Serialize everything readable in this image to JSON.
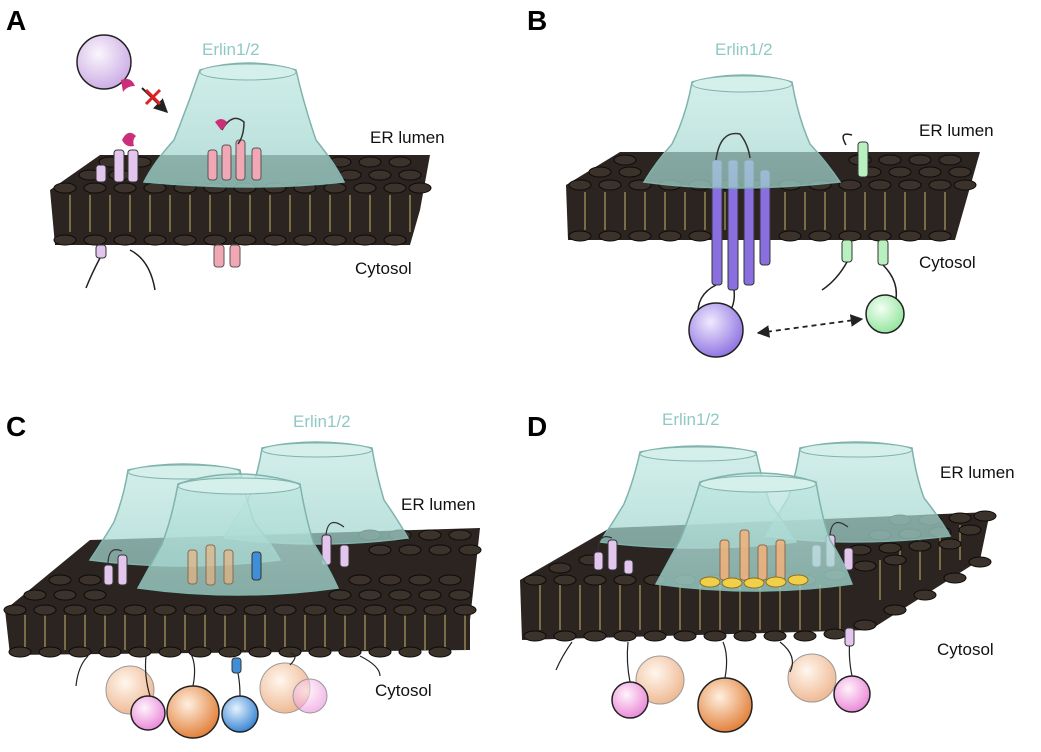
{
  "panels": [
    {
      "letter": "A",
      "erlin": "Erlin1/2",
      "lumen": "ER lumen",
      "cytosol": "Cytosol"
    },
    {
      "letter": "B",
      "erlin": "Erlin1/2",
      "lumen": "ER lumen",
      "cytosol": "Cytosol"
    },
    {
      "letter": "C",
      "erlin": "Erlin1/2",
      "lumen": "ER lumen",
      "cytosol": "Cytosol"
    },
    {
      "letter": "D",
      "erlin": "Erlin1/2",
      "lumen": "ER lumen",
      "cytosol": "Cytosol"
    }
  ],
  "colors": {
    "erlin_fill": "#a8d8d2",
    "erlin_label": "#8fc9c4",
    "membrane_head": "#2b2420",
    "membrane_tail": "#c9b36a",
    "ligand": "#e8d7f3",
    "receptor_magenta": "#cc2f7a",
    "blocked_cross": "#e02020",
    "protein_pink": "#f2a7b5",
    "protein_lilac": "#e3c6ee",
    "protein_purple": "#8a6fe0",
    "protein_green": "#b8f0bf",
    "protein_orange": "#f2b27a",
    "protein_blue": "#3f8fd8",
    "protein_yellow": "#f1cf49"
  }
}
